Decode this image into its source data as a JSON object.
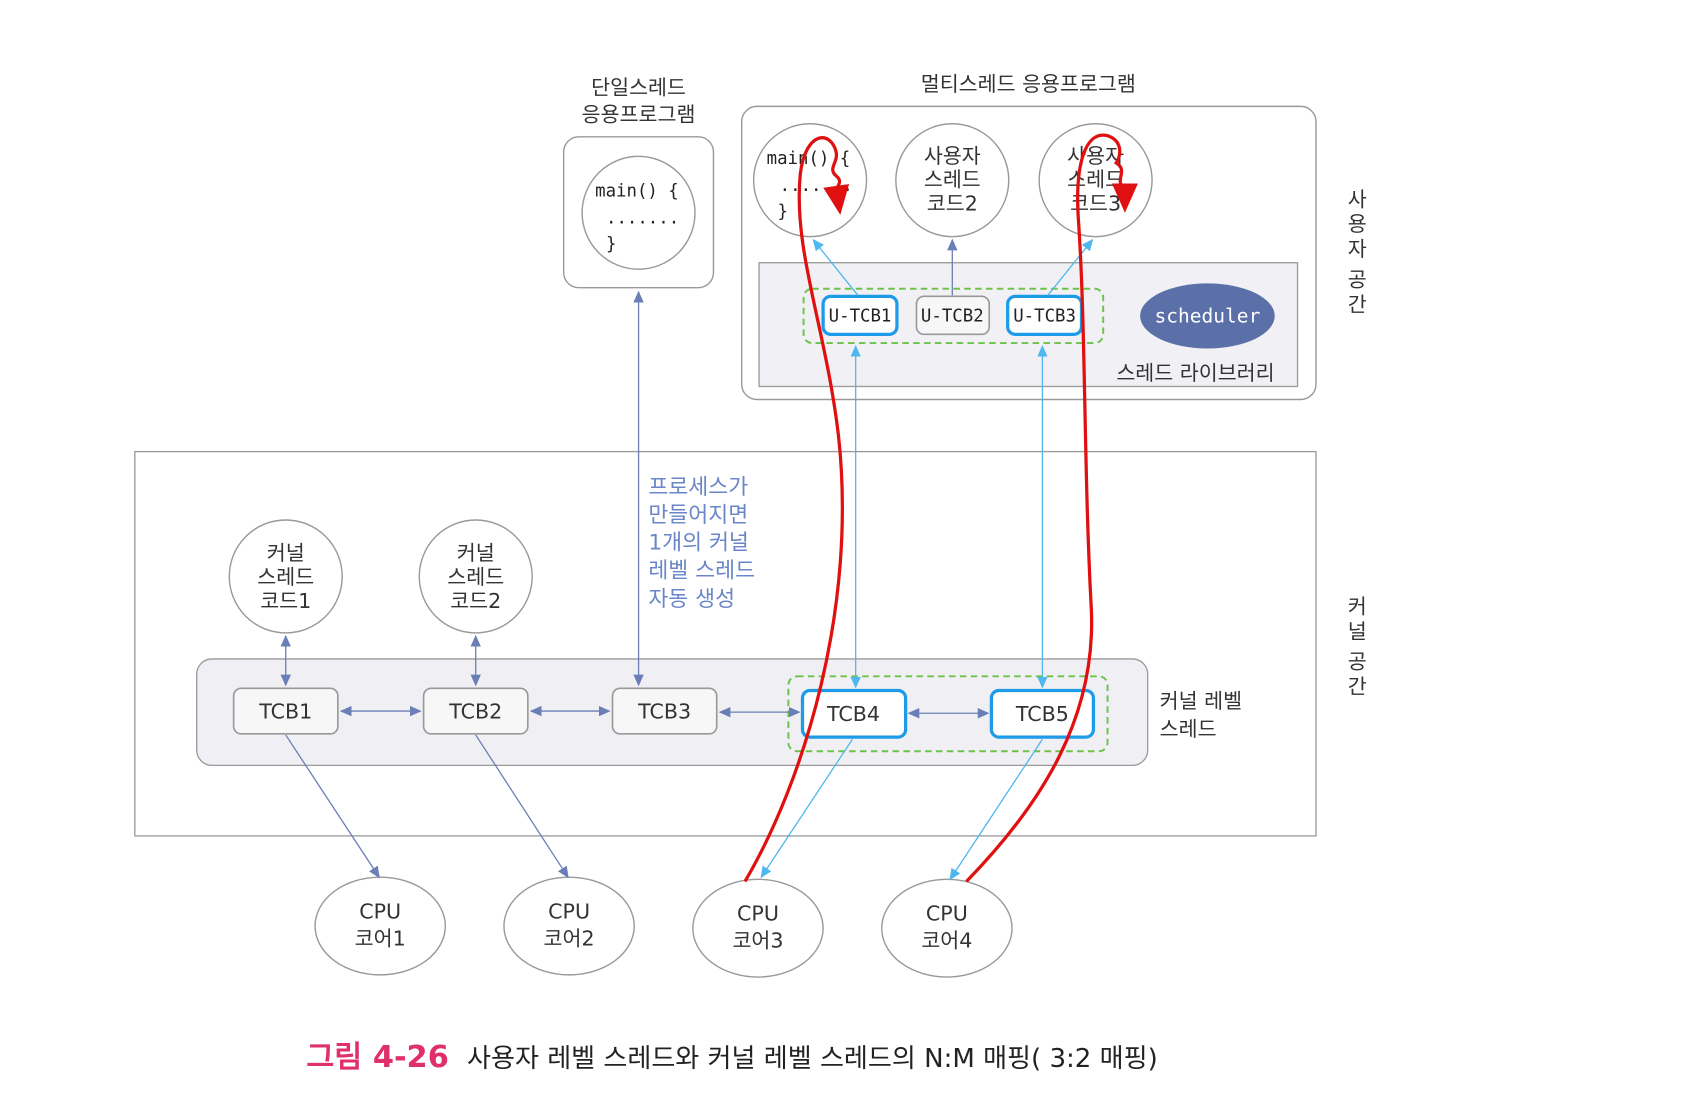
{
  "single": {
    "title1": "단일스레드",
    "title2": "응용프로그램",
    "code": [
      "main() {",
      ".......",
      "}"
    ]
  },
  "multi": {
    "title": "멀티스레드 응용프로그램",
    "main_code": [
      "main() {",
      ".......",
      "}"
    ],
    "user_threads": [
      [
        "사용자",
        "스레드",
        "코드2"
      ],
      [
        "사용자",
        "스레드",
        "코드3"
      ]
    ],
    "utcbs": [
      "U-TCB1",
      "U-TCB2",
      "U-TCB3"
    ],
    "scheduler": "scheduler",
    "library": "스레드 라이브러리"
  },
  "regions": {
    "user_space": [
      "사",
      "용",
      "자",
      "",
      "공",
      "간"
    ],
    "kernel_space": [
      "커",
      "널",
      "",
      "공",
      "간"
    ]
  },
  "kernel": {
    "threads": [
      [
        "커널",
        "스레드",
        "코드1"
      ],
      [
        "커널",
        "스레드",
        "코드2"
      ]
    ],
    "tcbs": [
      "TCB1",
      "TCB2",
      "TCB3",
      "TCB4",
      "TCB5"
    ],
    "label": [
      "커널 레벨",
      "스레드"
    ],
    "note": [
      "프로세스가",
      "만들어지면",
      "1개의 커널",
      "레벨 스레드",
      "자동 생성"
    ]
  },
  "cpus": [
    [
      "CPU",
      "코어1"
    ],
    [
      "CPU",
      "코어2"
    ],
    [
      "CPU",
      "코어3"
    ],
    [
      "CPU",
      "코어4"
    ]
  ],
  "caption": {
    "number": "그림 4-26",
    "text": "사용자 레벨 스레드와 커널 레벨 스레드의 N:M 매핑( 3:2 매핑)"
  },
  "colors": {
    "accent": "#e0306a",
    "highlight": "#1e9be8",
    "flow": "#e01010"
  }
}
